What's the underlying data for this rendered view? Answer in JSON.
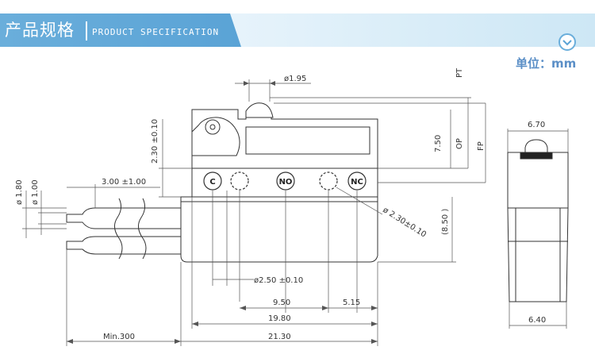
{
  "header": {
    "title_cn": "产品规格",
    "title_en": "PRODUCT SPECIFICATION",
    "icon": "chevron-down-icon",
    "accent": "#5aa3d6"
  },
  "unit_label": "单位：mm",
  "dimensions": {
    "d195": "ø1.95",
    "pt": "PT",
    "op": "OP",
    "fp": "FP",
    "d750": "7.50",
    "d230": "2.30 ±0.10",
    "d180": "ø 1.80",
    "d100": "ø 1.00",
    "d300": "3.00 ±1.00",
    "d230hole": "ø 2.30±0.10",
    "d850": "(8.50 )",
    "d250": "ø2.50 ±0.10",
    "d950": "9.50",
    "d515": "5.15",
    "d1980": "19.80",
    "dmin300": "Min.300",
    "d2130": "21.30",
    "d670": "6.70",
    "d640": "6.40"
  },
  "terminals": {
    "c": "C",
    "no": "NO",
    "nc": "NC"
  }
}
